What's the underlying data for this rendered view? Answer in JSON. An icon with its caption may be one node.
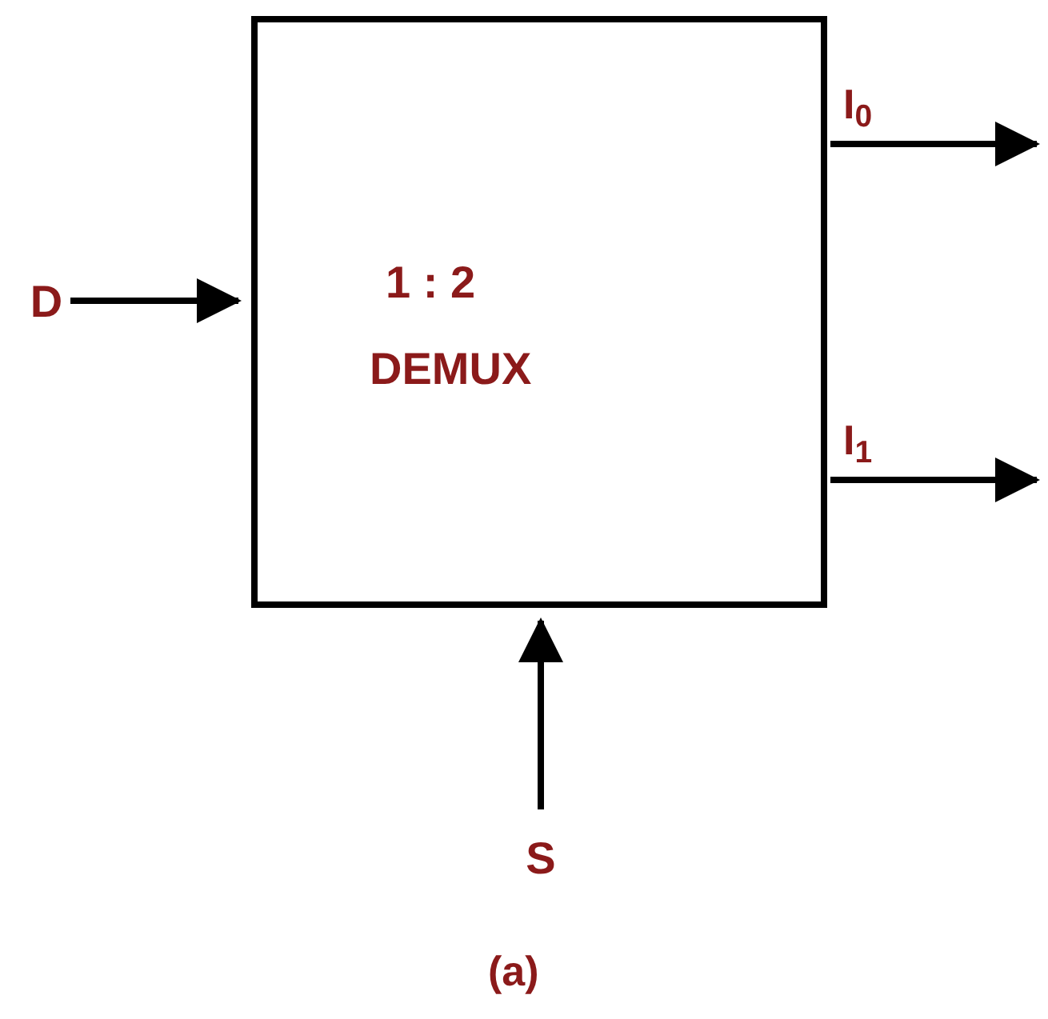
{
  "diagram": {
    "caption": "(a)",
    "nodes": [
      {
        "text": [
          "1 : 2",
          "DEMUX"
        ]
      },
      {
        "text": [
          "D"
        ]
      },
      {
        "text": [
          "S"
        ]
      }
    ],
    "edges": [
      {
        "from": 1,
        "to": 0,
        "arrow": "to"
      },
      {
        "from": 2,
        "to": 0,
        "arrow": "to"
      },
      {
        "from": 0,
        "to": null,
        "arrow": "to",
        "label": "I$_{0}$"
      },
      {
        "from": 0,
        "to": null,
        "arrow": "to",
        "label": "I$_{1}$"
      }
    ]
  }
}
